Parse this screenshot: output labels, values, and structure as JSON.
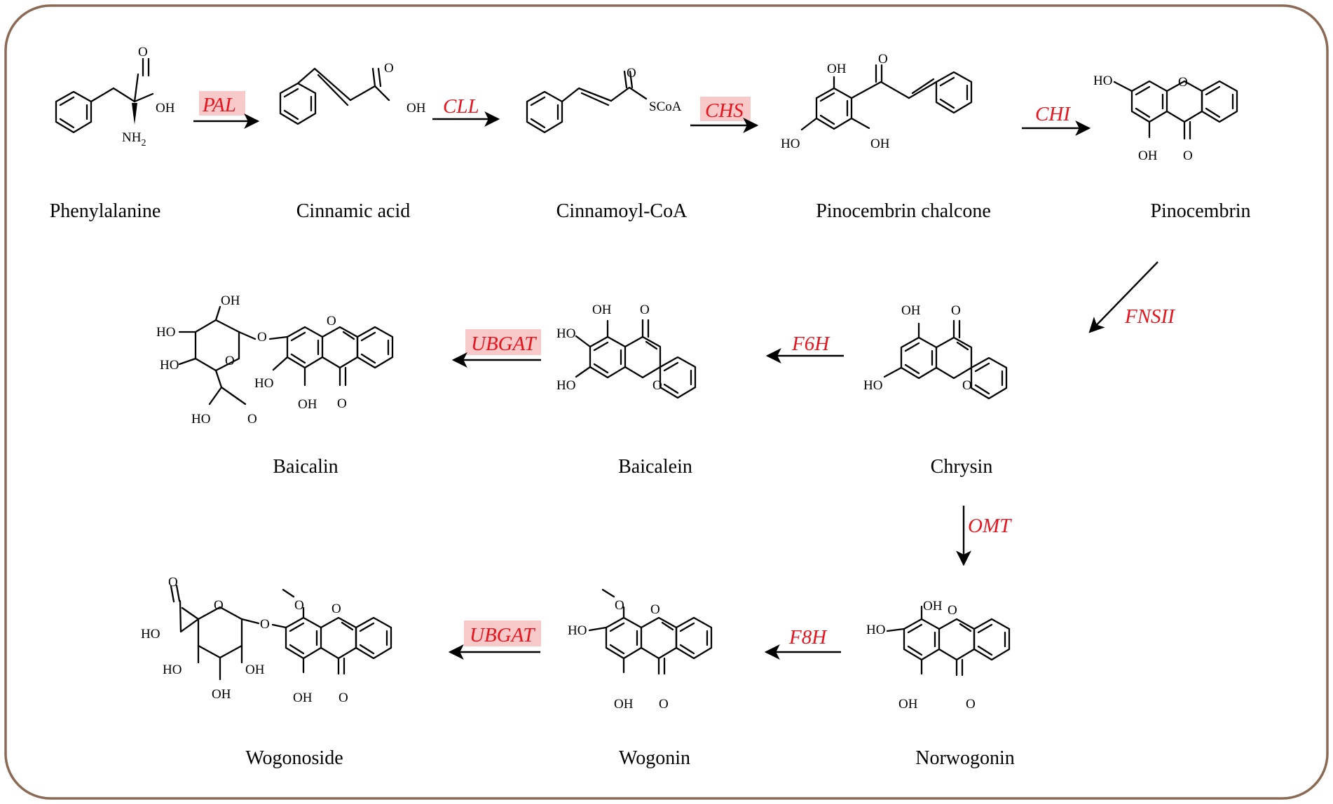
{
  "colors": {
    "frame": "#8b6a55",
    "enzyme_text": "#e8141e",
    "enzyme_highlight": "#f7c9c9",
    "ink": "#000000"
  },
  "compounds": [
    {
      "id": "phenylalanine",
      "label": "Phenylalanine"
    },
    {
      "id": "cinnamic_acid",
      "label": "Cinnamic acid"
    },
    {
      "id": "cinnamoyl_coa",
      "label": "Cinnamoyl-CoA"
    },
    {
      "id": "pinocembrin_chalcone",
      "label": "Pinocembrin chalcone"
    },
    {
      "id": "pinocembrin",
      "label": "Pinocembrin"
    },
    {
      "id": "chrysin",
      "label": "Chrysin"
    },
    {
      "id": "baicalein",
      "label": "Baicalein"
    },
    {
      "id": "baicalin",
      "label": "Baicalin"
    },
    {
      "id": "norwogonin",
      "label": "Norwogonin"
    },
    {
      "id": "wogonin",
      "label": "Wogonin"
    },
    {
      "id": "wogonoside",
      "label": "Wogonoside"
    }
  ],
  "enzymes": [
    {
      "id": "pal",
      "label": "PAL",
      "highlighted": true,
      "from": "phenylalanine",
      "to": "cinnamic_acid"
    },
    {
      "id": "cll",
      "label": "CLL",
      "highlighted": false,
      "from": "cinnamic_acid",
      "to": "cinnamoyl_coa"
    },
    {
      "id": "chs",
      "label": "CHS",
      "highlighted": true,
      "from": "cinnamoyl_coa",
      "to": "pinocembrin_chalcone"
    },
    {
      "id": "chi",
      "label": "CHI",
      "highlighted": false,
      "from": "pinocembrin_chalcone",
      "to": "pinocembrin"
    },
    {
      "id": "fnsii",
      "label": "FNSII",
      "highlighted": false,
      "from": "pinocembrin",
      "to": "chrysin"
    },
    {
      "id": "f6h",
      "label": "F6H",
      "highlighted": false,
      "from": "chrysin",
      "to": "baicalein"
    },
    {
      "id": "ubgat1",
      "label": "UBGAT",
      "highlighted": true,
      "from": "baicalein",
      "to": "baicalin"
    },
    {
      "id": "omt",
      "label": "OMT",
      "highlighted": false,
      "from": "chrysin",
      "to": "norwogonin"
    },
    {
      "id": "f8h",
      "label": "F8H",
      "highlighted": false,
      "from": "norwogonin",
      "to": "wogonin"
    },
    {
      "id": "ubgat2",
      "label": "UBGAT",
      "highlighted": true,
      "from": "wogonin",
      "to": "wogonoside"
    }
  ],
  "atoms": {
    "oh": "OH",
    "ho": "HO",
    "o": "O",
    "nh2": "NH",
    "nh2_sub": "2",
    "scoa": "SCoA"
  }
}
